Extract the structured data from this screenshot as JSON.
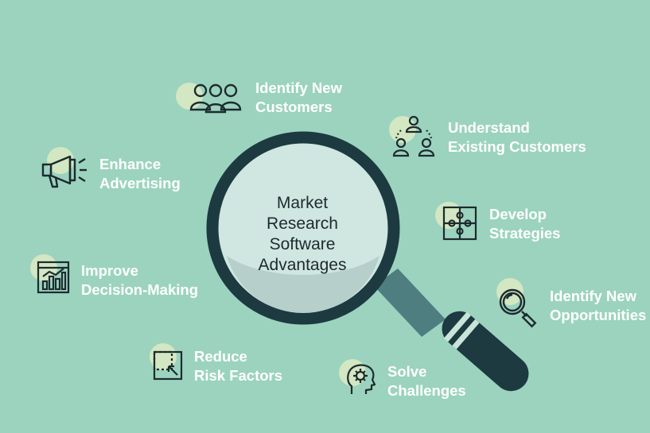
{
  "center": {
    "line1": "Market",
    "line2": "Research",
    "line3": "Software",
    "line4": "Advantages"
  },
  "features": {
    "identify_customers": {
      "line1": "Identify New",
      "line2": "Customers",
      "icon": "people-group-icon"
    },
    "understand_customers": {
      "line1": "Understand",
      "line2": "Existing Customers",
      "icon": "customer-network-icon"
    },
    "enhance_advertising": {
      "line1": "Enhance",
      "line2": "Advertising",
      "icon": "megaphone-icon"
    },
    "develop_strategies": {
      "line1": "Develop",
      "line2": "Strategies",
      "icon": "puzzle-icon"
    },
    "improve_decisions": {
      "line1": "Improve",
      "line2": "Decision-Making",
      "icon": "bar-chart-icon"
    },
    "identify_opportunities": {
      "line1": "Identify New",
      "line2": "Opportunities",
      "icon": "magnifier-icon"
    },
    "reduce_risk": {
      "line1": "Reduce",
      "line2": "Risk Factors",
      "icon": "dashed-square-cursor-icon"
    },
    "solve_challenges": {
      "line1": "Solve",
      "line2": "Challenges",
      "icon": "head-gear-icon"
    }
  },
  "colors": {
    "background": "#9bd3bf",
    "blob": "#d2e7c2",
    "lens_frame": "#1d3a40",
    "lens_glass": "#cfe6e1",
    "handle": "#1d3a40",
    "label_text": "#ffffff",
    "title_text": "#1f2a2d"
  }
}
